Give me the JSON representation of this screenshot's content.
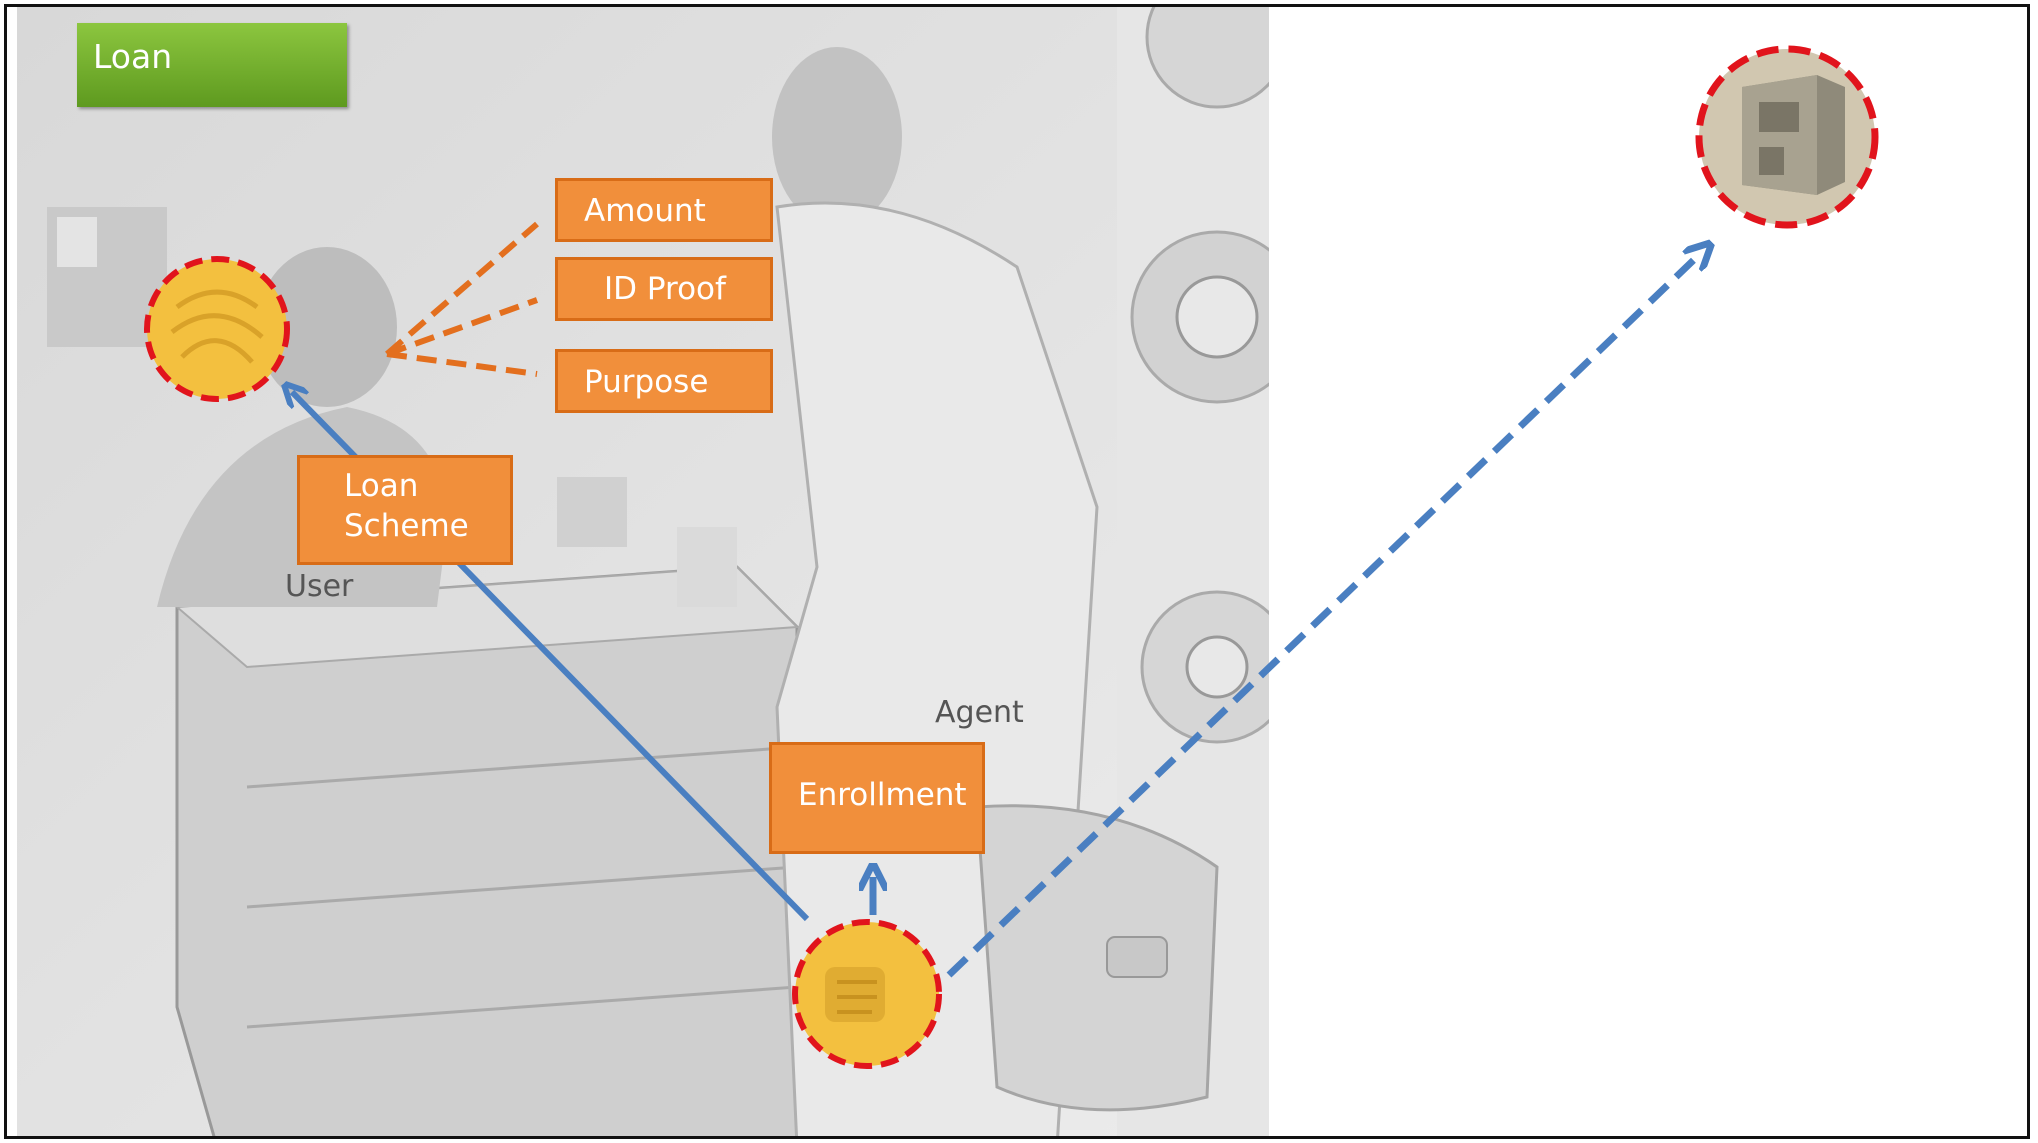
{
  "title": "Loan",
  "boxes": {
    "amount": "Amount",
    "id_proof": "ID Proof",
    "purpose": "Purpose",
    "loan_scheme_line1": "Loan",
    "loan_scheme_line2": "Scheme",
    "enrollment": "Enrollment"
  },
  "labels": {
    "user": "User",
    "agent": "Agent"
  },
  "colors": {
    "title_green": "#6bad2a",
    "box_orange": "#f18f3b",
    "dash_red": "#e1141c",
    "arrow_blue": "#4a7fc1",
    "token_yellow": "#f3c03f"
  },
  "icons": [
    "fingerprint-token-icon",
    "server-icon"
  ]
}
